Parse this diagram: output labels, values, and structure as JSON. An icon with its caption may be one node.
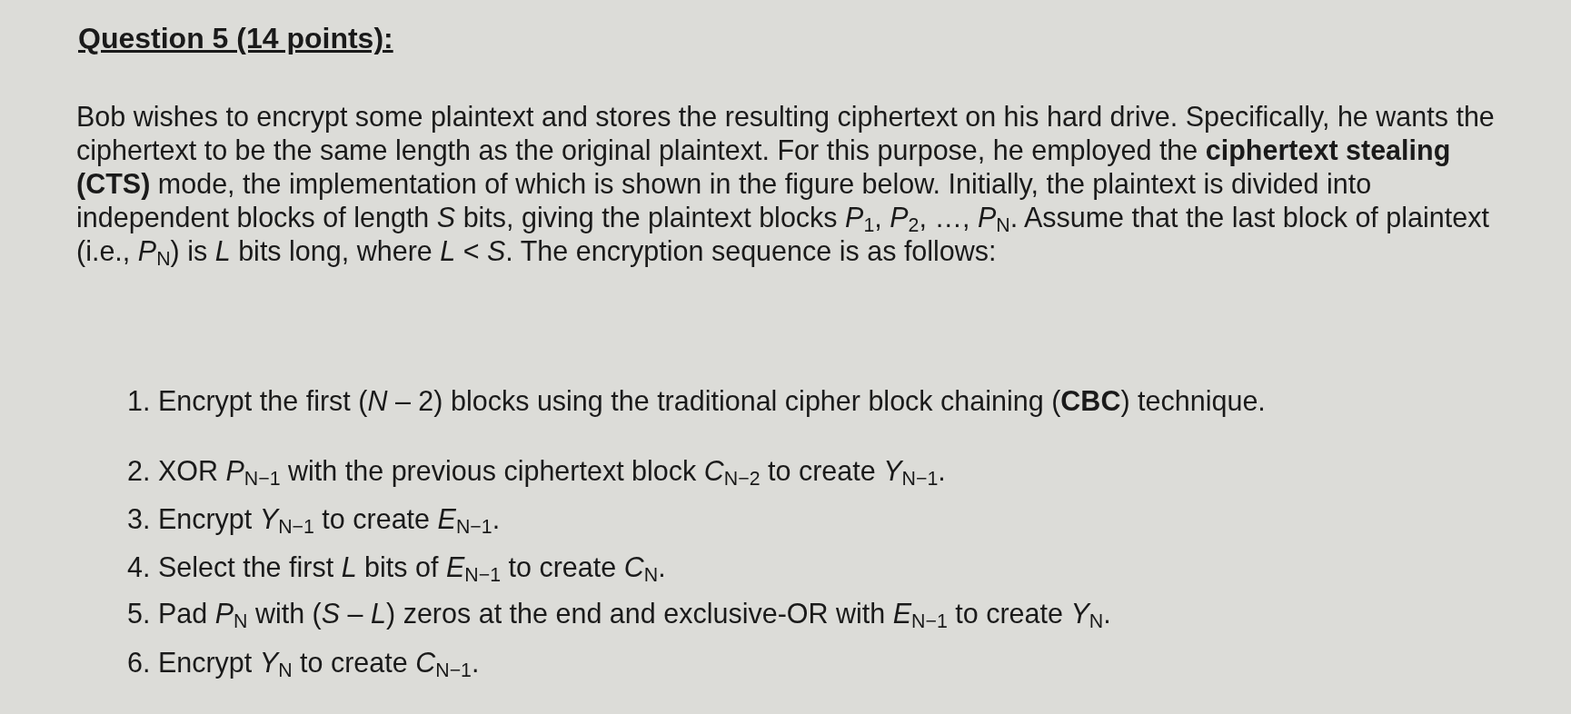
{
  "diagram": {
    "title": "Question 5 (14 points):",
    "labels": [
      "Bob wishes to encrypt some plaintext and stores the resulting ciphertext on his hard drive. Specifically, he wants the ciphertext to be the same length as the original plaintext. For this purpose, he employed the **ciphertext stealing (CTS)** mode, the implementation of which is shown in the figure below. Initially, the plaintext is divided into independent blocks of length *S* bits, giving the plaintext blocks *P*$_{1}$, *P*$_{2}$, …, *P*$_{N}$. Assume that the last block of plaintext (i.e., *P*$_{N}$) is *L* bits long, where *L* < *S*. The encryption sequence is as follows:",
      "1. Encrypt the first (*N* – 2) blocks using the traditional cipher block chaining (**CBC**) technique.",
      "2. XOR *P*$_{N−1}$ with the previous ciphertext block *C*$_{N−2}$ to create *Y*$_{N−1}$.",
      "3. Encrypt *Y*$_{N−1}$ to create *E*$_{N−1}$.",
      "4. Select the first *L* bits of *E*$_{N−1}$ to create *C*$_{N}$.",
      "5. Pad *P*$_{N}$ with (*S* – *L*) zeros at the end and exclusive-OR with *E*$_{N−1}$ to create *Y*$_{N}$.",
      "6. Encrypt *Y*$_{N}$ to create *C*$_{N−1}$."
    ]
  }
}
